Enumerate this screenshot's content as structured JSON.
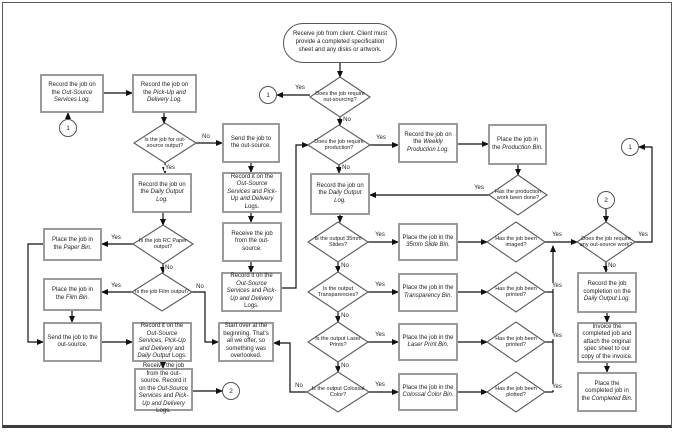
{
  "labels": {
    "yes": "Yes",
    "no": "No"
  },
  "connectors": {
    "c1": "1",
    "c2": "2"
  },
  "nodes": {
    "oval_start": {
      "segments": [
        {
          "t": "Receive job from client. Client must provide a completed specification sheet and any disks or artwork."
        }
      ]
    },
    "d_outsourcing": {
      "segments": [
        {
          "t": "Does the job require out-sourcing?"
        }
      ]
    },
    "d_production": {
      "segments": [
        {
          "t": "Does the job require production?"
        }
      ]
    },
    "d_outsource_output": {
      "segments": [
        {
          "t": "Is the job for out-source output?"
        }
      ]
    },
    "d_rcpaper": {
      "segments": [
        {
          "t": "Is the job RC Paper output?"
        }
      ]
    },
    "d_film": {
      "segments": [
        {
          "t": "Is the job Film output?"
        }
      ]
    },
    "d_prod_done": {
      "segments": [
        {
          "t": "Has the production work been done?"
        }
      ]
    },
    "d_35mm": {
      "segments": [
        {
          "t": "Is the output 35mm Slides?"
        }
      ]
    },
    "d_imaged": {
      "segments": [
        {
          "t": "Has the job been imaged?"
        }
      ]
    },
    "d_transparencies": {
      "segments": [
        {
          "t": "Is the output Transparencies?"
        }
      ]
    },
    "d_printed1": {
      "segments": [
        {
          "t": "Has the job been printed?"
        }
      ]
    },
    "d_laser": {
      "segments": [
        {
          "t": "Is the output Laser Prints?"
        }
      ]
    },
    "d_printed2": {
      "segments": [
        {
          "t": "Has the job been printed?"
        }
      ]
    },
    "d_colossal": {
      "segments": [
        {
          "t": "Is the output Colossal Color?"
        }
      ]
    },
    "d_plotted": {
      "segments": [
        {
          "t": "Has the job been plotted?"
        }
      ]
    },
    "d_outsource_work": {
      "segments": [
        {
          "t": "Does the job require any out-source work?"
        }
      ]
    },
    "b_oss_log": {
      "segments": [
        {
          "t": "Record the job on the "
        },
        {
          "t": "Out-Source Services Log.",
          "i": true
        }
      ]
    },
    "b_pud_log": {
      "segments": [
        {
          "t": "Record the job on the "
        },
        {
          "t": "Pick-Up and Delivery Log.",
          "i": true
        }
      ]
    },
    "b_daily_left": {
      "segments": [
        {
          "t": "Record the job on the "
        },
        {
          "t": "Daily Output Log.",
          "i": true
        }
      ]
    },
    "b_paper_bin": {
      "segments": [
        {
          "t": "Place the job in the "
        },
        {
          "t": "Paper Bin.",
          "i": true
        }
      ]
    },
    "b_film_bin": {
      "segments": [
        {
          "t": "Place the job in the "
        },
        {
          "t": "Film Bin.",
          "i": true
        }
      ]
    },
    "b_send_left": {
      "segments": [
        {
          "t": "Send the job to the out-source."
        }
      ]
    },
    "b_record4_left": {
      "segments": [
        {
          "t": "Record it on the "
        },
        {
          "t": "Out-Source Services, Pick-Up and Delivery",
          "i": true
        },
        {
          "t": " and "
        },
        {
          "t": "Daily Output",
          "i": true
        },
        {
          "t": " Logs."
        }
      ]
    },
    "b_receive_left": {
      "segments": [
        {
          "t": "Receive the job from the out-source. Record it on the "
        },
        {
          "t": "Out-Source Services",
          "i": true
        },
        {
          "t": " and "
        },
        {
          "t": "Pick-Up and Delivery",
          "i": true
        },
        {
          "t": " Logs."
        }
      ]
    },
    "b_send_mid": {
      "segments": [
        {
          "t": "Send the job to the out-source."
        }
      ]
    },
    "b_record_mid1": {
      "segments": [
        {
          "t": "Record it on the "
        },
        {
          "t": "Out-Source Services",
          "i": true
        },
        {
          "t": " and "
        },
        {
          "t": "Pick-Up and Delivery",
          "i": true
        },
        {
          "t": " Logs."
        }
      ]
    },
    "b_receive_mid": {
      "segments": [
        {
          "t": "Receive the job from the out-source."
        }
      ]
    },
    "b_record_mid2": {
      "segments": [
        {
          "t": "Record it on the "
        },
        {
          "t": "Out-Source Services",
          "i": true
        },
        {
          "t": " and "
        },
        {
          "t": "Pick-Up and Delivery",
          "i": true
        },
        {
          "t": " Logs."
        }
      ]
    },
    "b_startover": {
      "segments": [
        {
          "t": "Start over at the beginning. That's all we offer, so something was overlooked."
        }
      ]
    },
    "b_weekly": {
      "segments": [
        {
          "t": "Record the job on the "
        },
        {
          "t": "Weekly Production Log.",
          "i": true
        }
      ]
    },
    "b_production_bin": {
      "segments": [
        {
          "t": "Place the job in the "
        },
        {
          "t": "Production Bin.",
          "i": true
        }
      ]
    },
    "b_daily_mid": {
      "segments": [
        {
          "t": "Record the job on the "
        },
        {
          "t": "Daily Output Log.",
          "i": true
        }
      ]
    },
    "b_35mm_bin": {
      "segments": [
        {
          "t": "Place the job in the "
        },
        {
          "t": "35mm Slide Bin.",
          "i": true
        }
      ]
    },
    "b_transparency_bin": {
      "segments": [
        {
          "t": "Place the job in the "
        },
        {
          "t": "Transparency Bin.",
          "i": true
        }
      ]
    },
    "b_laser_bin": {
      "segments": [
        {
          "t": "Place the job in the "
        },
        {
          "t": "Laser Print Bin.",
          "i": true
        }
      ]
    },
    "b_colossal_bin": {
      "segments": [
        {
          "t": "Place the job in the "
        },
        {
          "t": "Colossal Color Bin.",
          "i": true
        }
      ]
    },
    "b_completion": {
      "segments": [
        {
          "t": "Record the job completion on the "
        },
        {
          "t": "Daily Output Log.",
          "i": true
        }
      ]
    },
    "b_invoice": {
      "segments": [
        {
          "t": "Invoice the completed job and attach the original spec sheet to our copy of the invoice."
        }
      ]
    },
    "b_completed_bin": {
      "segments": [
        {
          "t": "Place the completed job in the "
        },
        {
          "t": "Completed Bin.",
          "i": true
        }
      ]
    }
  }
}
